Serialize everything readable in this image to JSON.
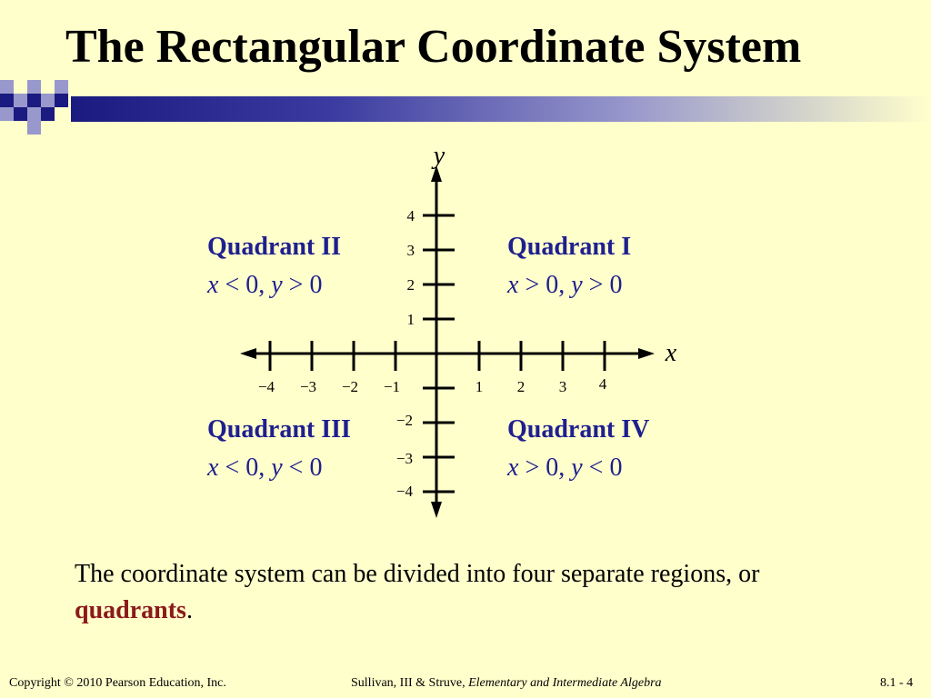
{
  "slide": {
    "title": "The Rectangular Coordinate System"
  },
  "diagram": {
    "y_axis_label": "y",
    "x_axis_label": "x",
    "x_ticks": [
      "−4",
      "−3",
      "−2",
      "−1",
      "1",
      "2",
      "3",
      "4"
    ],
    "y_ticks_positive": [
      "4",
      "3",
      "2",
      "1"
    ],
    "y_ticks_negative": [
      "−2",
      "−3",
      "−4"
    ],
    "quadrants": {
      "q2": {
        "name": "Quadrant II",
        "x_op": "<",
        "y_op": ">"
      },
      "q1": {
        "name": "Quadrant I",
        "x_op": ">",
        "y_op": ">"
      },
      "q3": {
        "name": "Quadrant III",
        "x_op": "<",
        "y_op": "<"
      },
      "q4": {
        "name": "Quadrant IV",
        "x_op": ">",
        "y_op": "<"
      }
    },
    "zero": "0",
    "var_x": "x",
    "var_y": "y",
    "comma": ","
  },
  "body": {
    "text_before": "The coordinate system can be divided into four separate regions, or ",
    "keyword": "quadrants",
    "text_after": "."
  },
  "footer": {
    "copyright": "Copyright © 2010 Pearson Education, Inc.",
    "authors": "Sullivan, III & Struve, ",
    "book_title": "Elementary and Intermediate Algebra",
    "slide_number": "8.1 - 4"
  },
  "colors": {
    "background": "#ffffcc",
    "quadrant_text": "#1f1f8f",
    "keyword": "#8b1a1a",
    "band_dark": "#1a1a80"
  }
}
